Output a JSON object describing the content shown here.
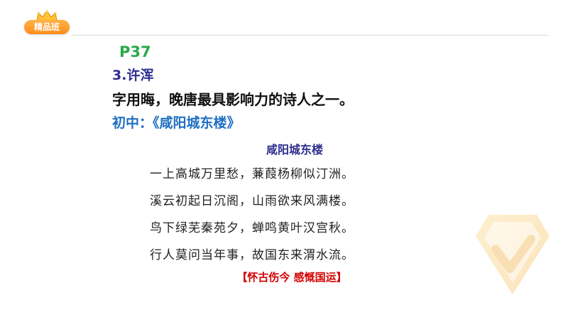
{
  "badge": {
    "label": "精品班",
    "color": "#ff8c1a"
  },
  "header": {
    "page_number": "P37",
    "poet_heading": "3.许浑"
  },
  "intro": {
    "text": "字用晦，晚唐最具影响力的诗人之一。"
  },
  "textbook": {
    "text": "初中：《咸阳城东楼》"
  },
  "poem": {
    "title": "咸阳城东楼",
    "lines": [
      "一上高城万里愁，蒹葭杨柳似汀洲。",
      "溪云初起日沉阁，山雨欲来风满楼。",
      "鸟下绿芜秦苑夕，蝉鸣黄叶汉宫秋。",
      "行人莫问当年事，故国东来渭水流。"
    ]
  },
  "theme": {
    "text": "【怀古伤今 感慨国运】"
  },
  "colors": {
    "green": "#2ba84a",
    "navy": "#2e2e8f",
    "blue": "#1f6fc2",
    "red": "#d40000"
  },
  "icons": {
    "badge_crown": "crown-icon",
    "watermark": "watermark-logo-icon"
  }
}
